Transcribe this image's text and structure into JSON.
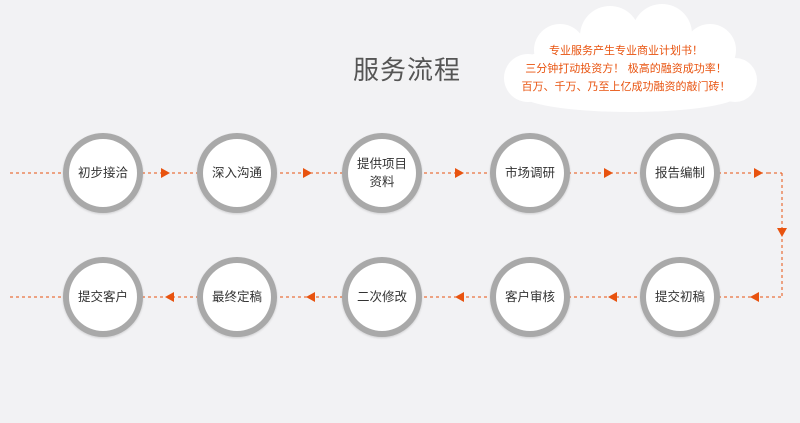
{
  "title": "服务流程",
  "cloud": {
    "lines": [
      "专业服务产生专业商业计划书！",
      "三分钟打动投资方！ 极高的融资成功率！",
      "百万、千万、乃至上亿成功融资的敲门砖！"
    ]
  },
  "steps": [
    {
      "label": "初步接洽"
    },
    {
      "label": "深入沟通"
    },
    {
      "label": "提供项目资料"
    },
    {
      "label": "市场调研"
    },
    {
      "label": "报告编制"
    },
    {
      "label": "提交初稿"
    },
    {
      "label": "客户审核"
    },
    {
      "label": "二次修改"
    },
    {
      "label": "最终定稿"
    },
    {
      "label": "提交客户"
    }
  ],
  "colors": {
    "background": "#f2f2f4",
    "accent": "#e8530f",
    "ring": "#a9a9a9",
    "text": "#333333",
    "title": "#555555"
  }
}
